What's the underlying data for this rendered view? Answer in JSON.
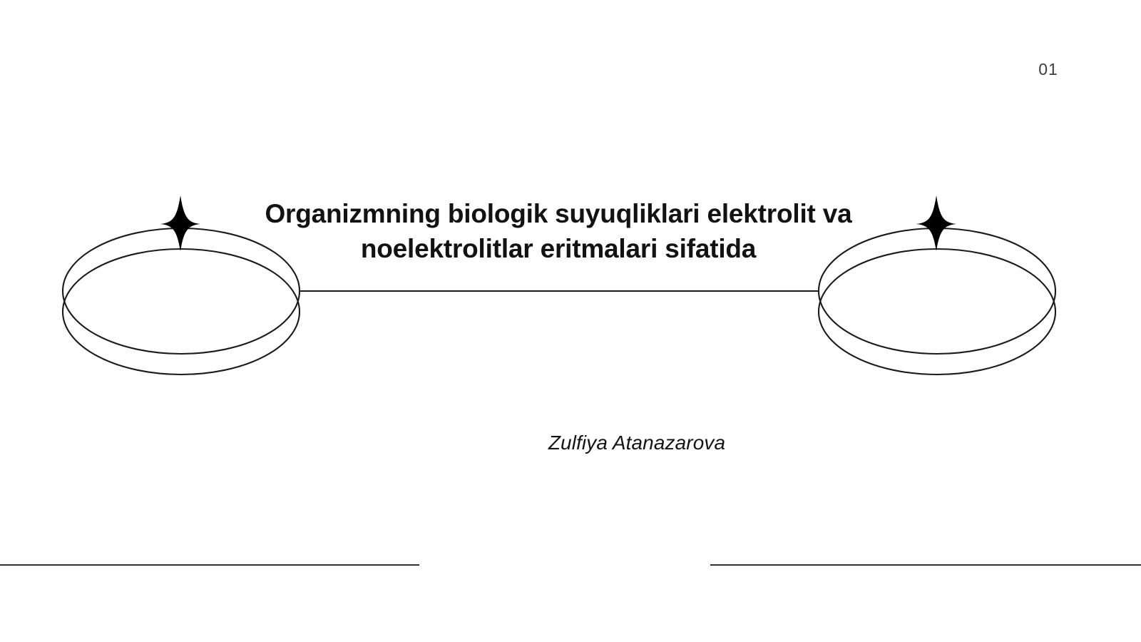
{
  "slide": {
    "background_color": "#ffffff",
    "page_number": "01",
    "page_number_color": "#3d3d44"
  },
  "title": {
    "text": "Organizmning biologik suyuqliklari elektrolit  va\nnoelektrolitlar eritmalari sifatida",
    "line_1": "Organizmning biologik suyuqliklari elektrolit  va",
    "line_2": "noelektrolitlar eritmalari sifatida",
    "color": "#121212"
  },
  "author": {
    "name": "Zulfiya Atanazarova",
    "color": "#141414"
  },
  "decoration": {
    "stroke_color": "#1a1a1a",
    "sparkle_color": "#000000",
    "left_ring_label": "left-torus-ring",
    "right_ring_label": "right-torus-ring",
    "connector_label": "horizontal-connector-line",
    "left_sparkle_label": "left-sparkle",
    "right_sparkle_label": "right-sparkle",
    "bottom_rule_left_label": "bottom-rule-left",
    "bottom_rule_right_label": "bottom-rule-right"
  }
}
